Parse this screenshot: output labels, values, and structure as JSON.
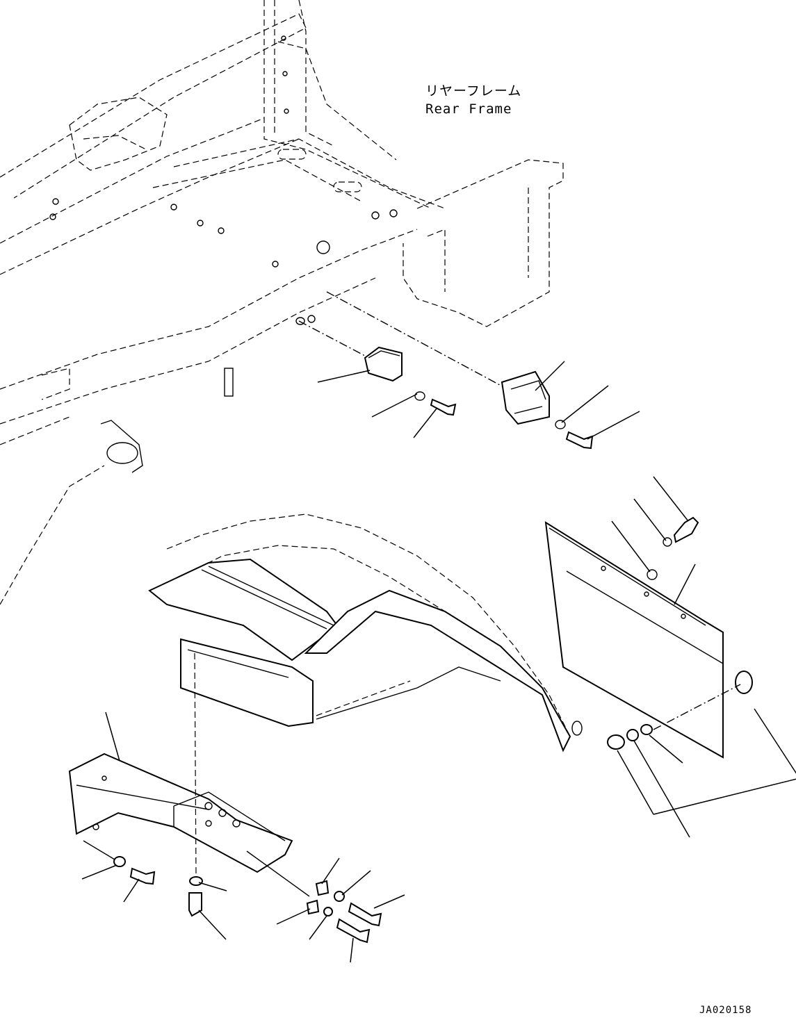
{
  "labels": {
    "frame_jp": "リヤーフレーム",
    "frame_en": "Rear Frame"
  },
  "figure_id": "JA020158"
}
